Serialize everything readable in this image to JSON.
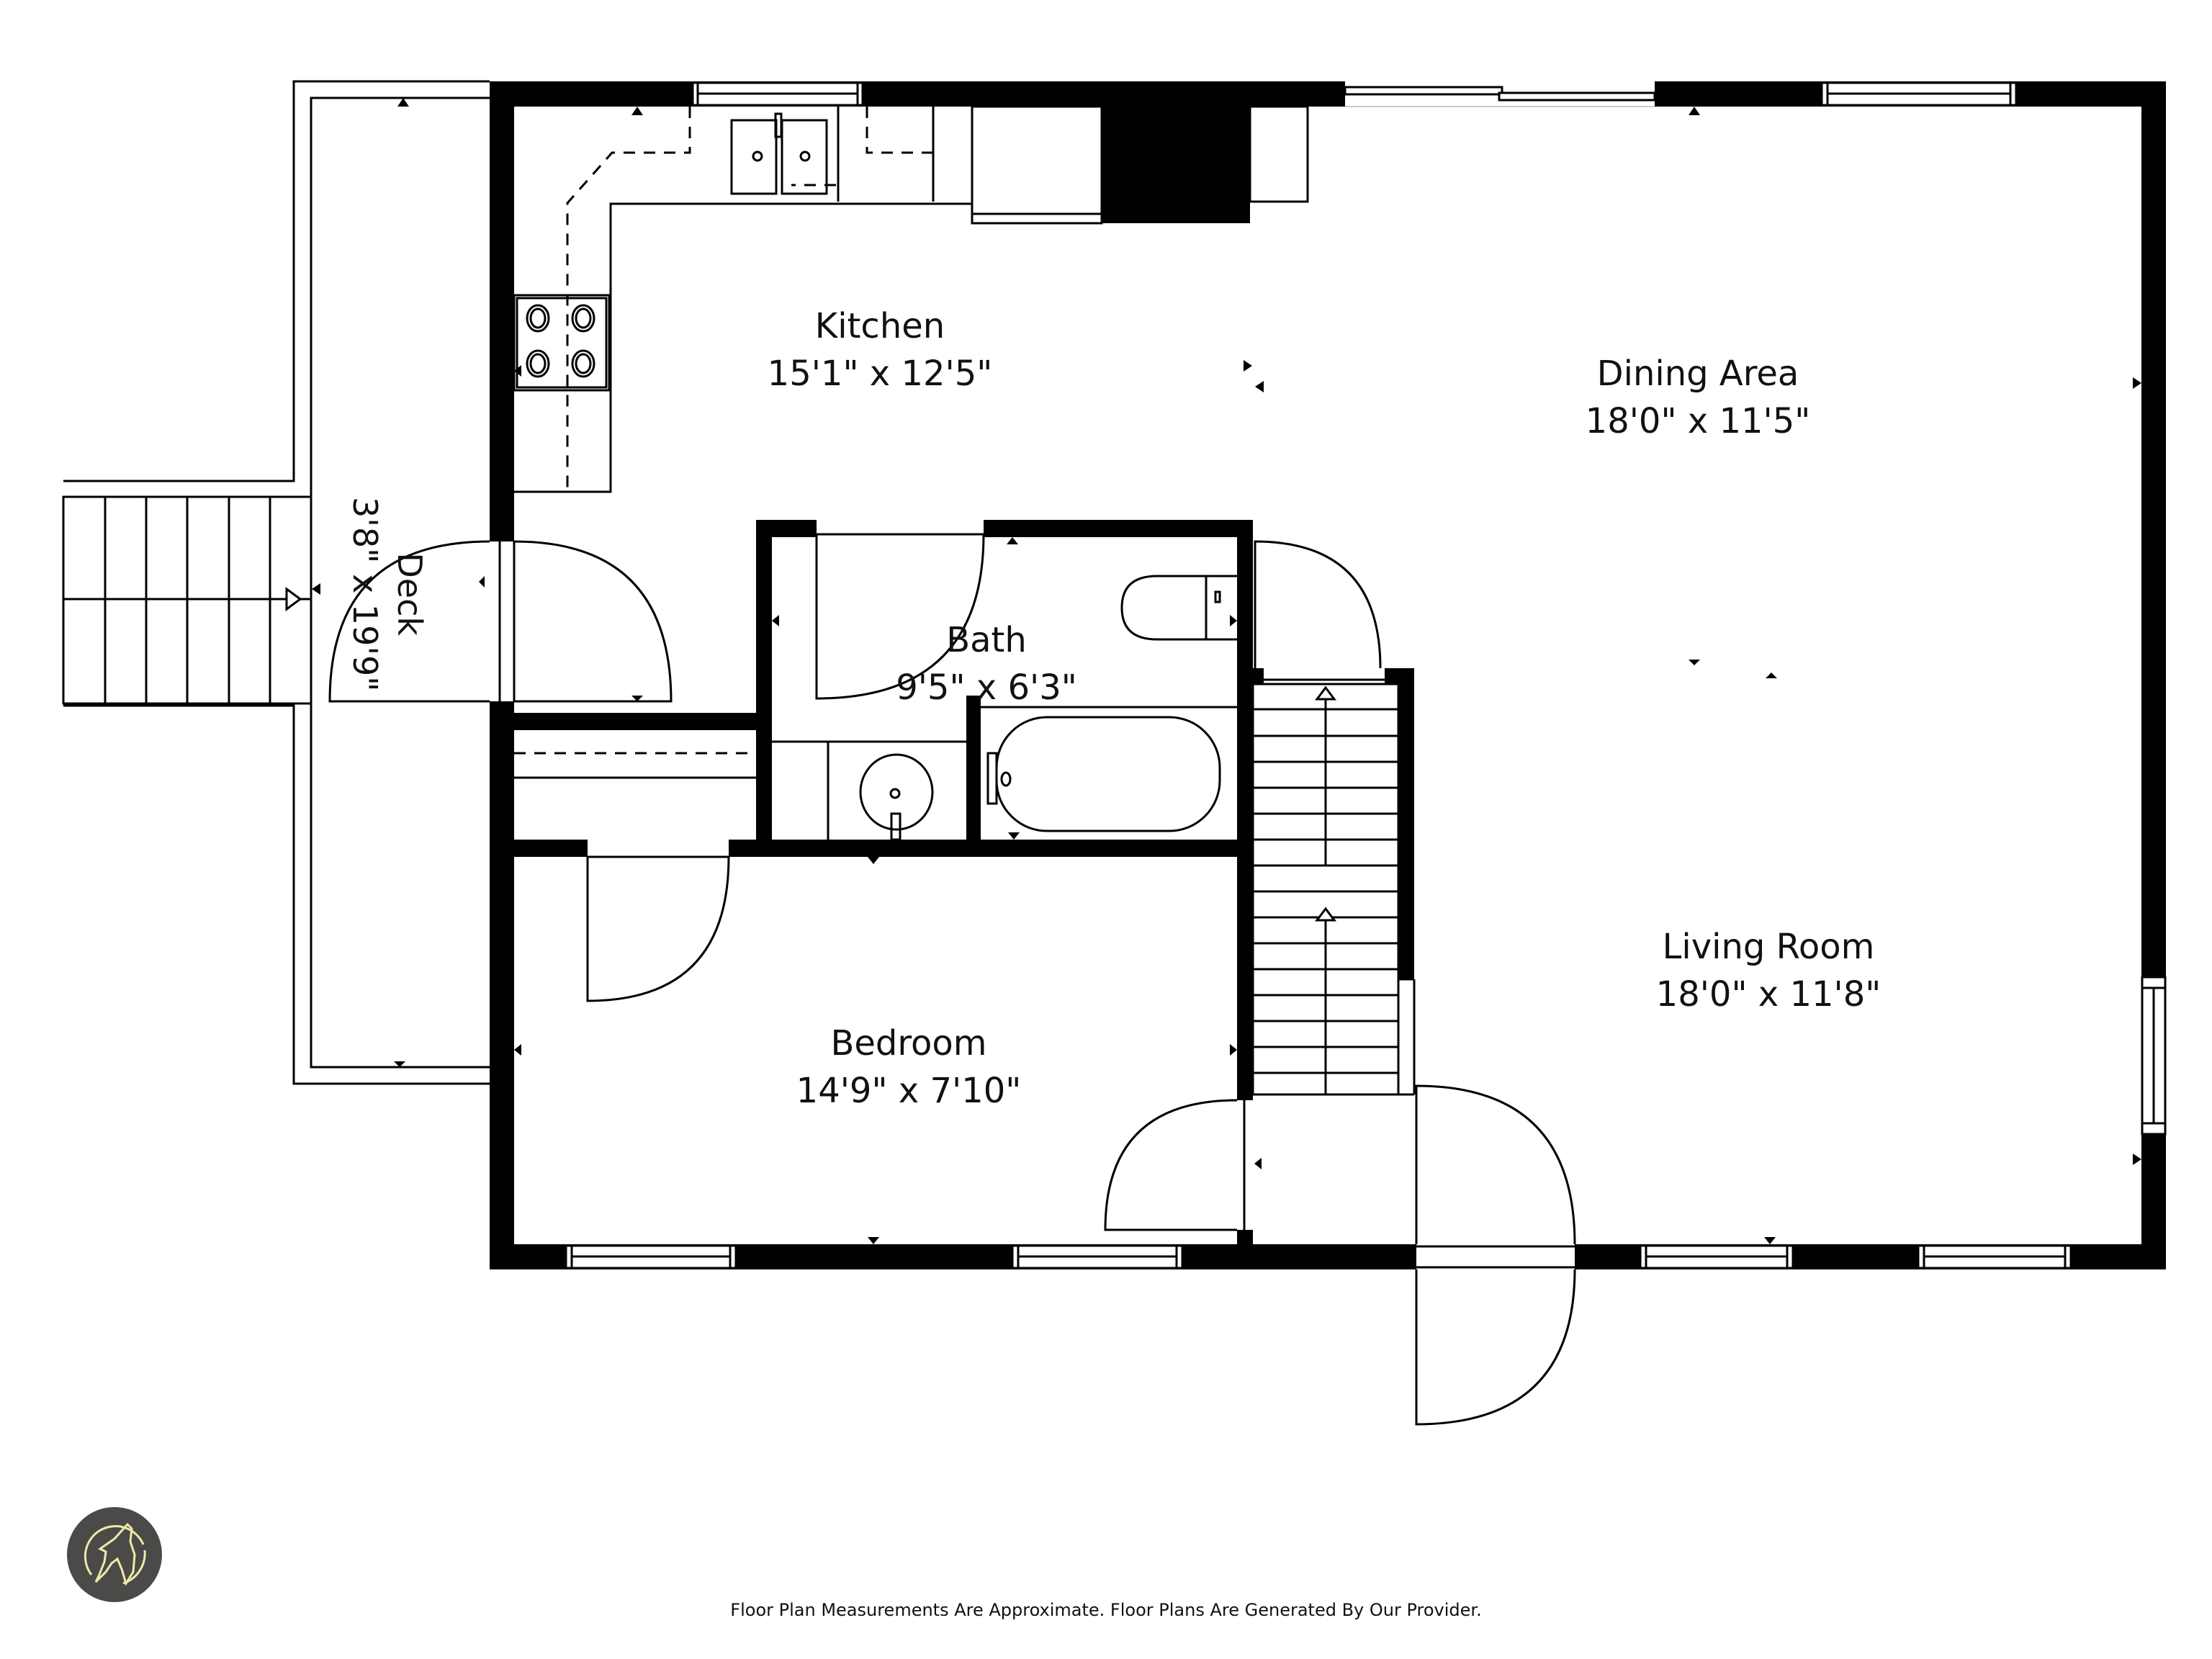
{
  "floor_plan": {
    "rooms": [
      {
        "id": "kitchen",
        "name": "Kitchen",
        "dimensions": "15'1\" x 12'5\""
      },
      {
        "id": "dining",
        "name": "Dining Area",
        "dimensions": "18'0\" x 11'5\""
      },
      {
        "id": "bath",
        "name": "Bath",
        "dimensions": "9'5\" x 6'3\""
      },
      {
        "id": "bedroom",
        "name": "Bedroom",
        "dimensions": "14'9\" x 7'10\""
      },
      {
        "id": "living",
        "name": "Living Room",
        "dimensions": "18'0\" x 11'8\""
      },
      {
        "id": "deck",
        "name": "Deck",
        "dimensions": "3'8\" x 19'9\""
      }
    ],
    "icons": {
      "stove": "stove-icon",
      "sink": "double-sink-icon",
      "toilet": "toilet-icon",
      "bathtub": "bathtub-icon",
      "vanity": "vanity-sink-icon",
      "stairs": "stairs-icon",
      "logo": "howling-wolf-logo"
    },
    "colors": {
      "wall": "#000000",
      "background": "#ffffff",
      "logo_bg": "#4a4a48",
      "logo_line": "#efe9a8"
    }
  },
  "footer": {
    "disclaimer": "Floor Plan Measurements Are Approximate. Floor Plans Are Generated By Our Provider."
  }
}
